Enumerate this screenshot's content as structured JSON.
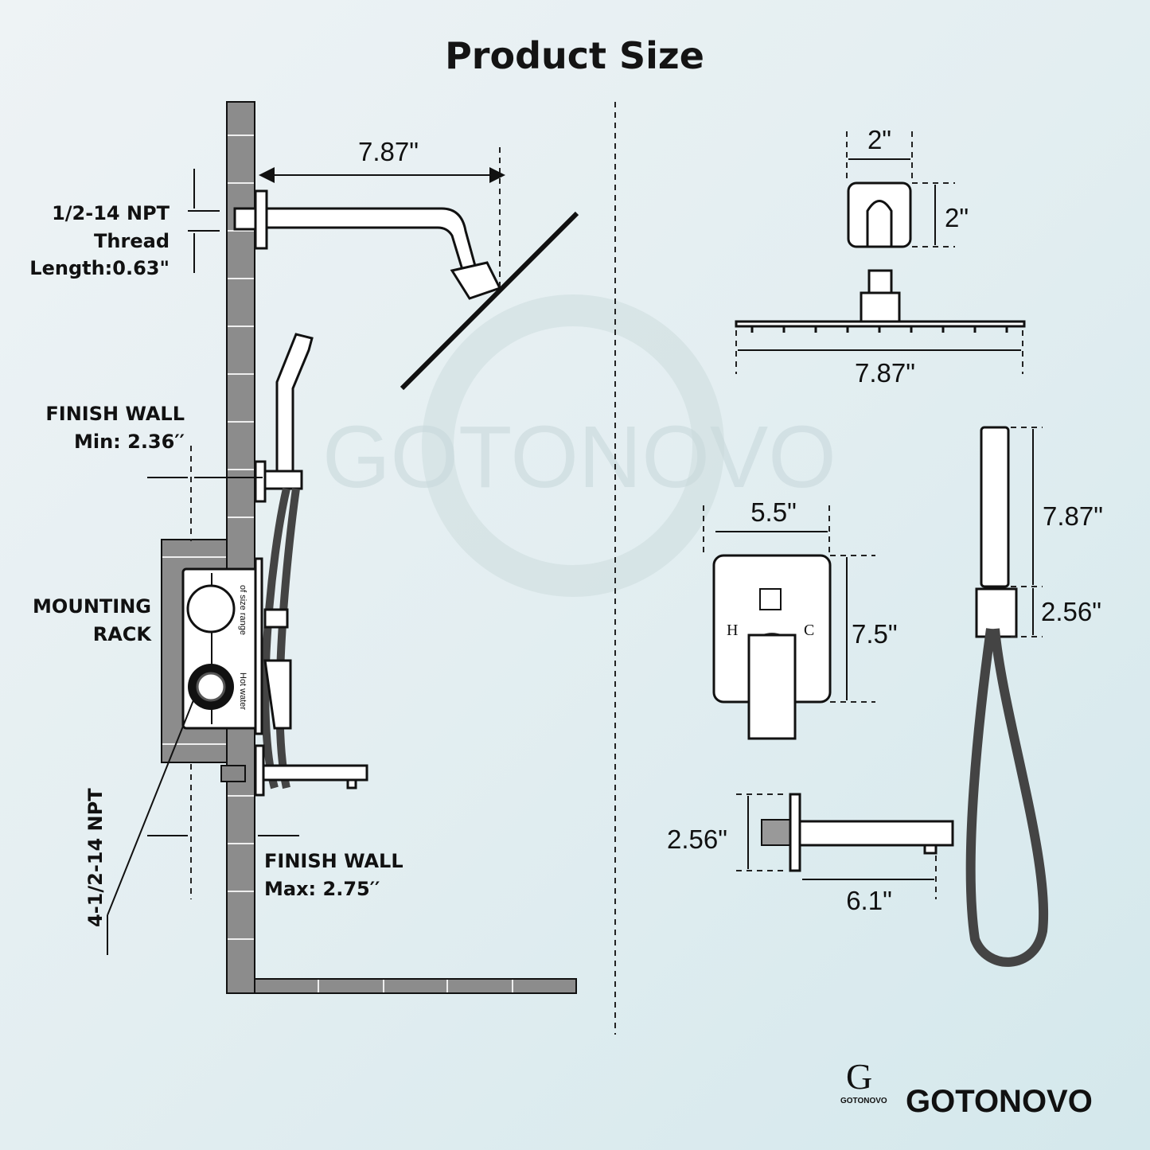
{
  "title": "Product Size",
  "watermark": "GOTONOVO",
  "left": {
    "thread_label": [
      "1/2-14 NPT",
      "Thread",
      "Length:0.63\""
    ],
    "arm_length": "7.87\"",
    "finish_wall_min": [
      "FINISH WALL",
      "Min: 2.36′′"
    ],
    "mounting_rack": [
      "MOUNTING",
      "RACK"
    ],
    "npt_inlets": "4-1/2-14 NPT",
    "finish_wall_max": [
      "FINISH WALL",
      "Max: 2.75′′"
    ],
    "valve_text_size": "of size range",
    "valve_text_hot": "Hot water"
  },
  "right": {
    "flange_width": "2\"",
    "flange_height": "2\"",
    "head_width": "7.87\"",
    "handshower_length": "7.87\"",
    "holder_height": "2.56\"",
    "trim_width": "5.5\"",
    "trim_height": "7.5\"",
    "hot_label": "H",
    "cold_label": "C",
    "spout_height": "2.56\"",
    "spout_length": "6.1\""
  },
  "brand": {
    "logo_text": "GOTONOVO",
    "name": "GOTONOVO"
  }
}
